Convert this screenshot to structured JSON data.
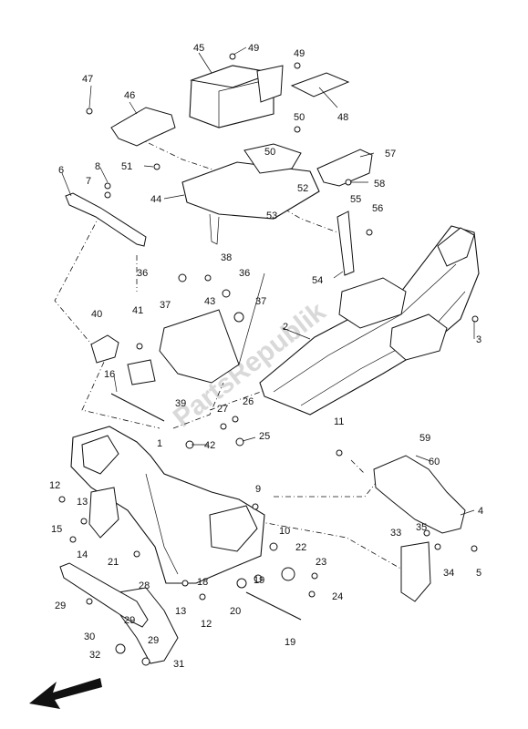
{
  "watermark": "PartsRepublik",
  "callouts": [
    {
      "id": "c45",
      "text": "45"
    },
    {
      "id": "c49a",
      "text": "49"
    },
    {
      "id": "c49b",
      "text": "49"
    },
    {
      "id": "c47",
      "text": "47"
    },
    {
      "id": "c46",
      "text": "46"
    },
    {
      "id": "c48",
      "text": "48"
    },
    {
      "id": "c50a",
      "text": "50"
    },
    {
      "id": "c50b",
      "text": "50"
    },
    {
      "id": "c57",
      "text": "57"
    },
    {
      "id": "c6",
      "text": "6"
    },
    {
      "id": "c8",
      "text": "8"
    },
    {
      "id": "c7",
      "text": "7"
    },
    {
      "id": "c51",
      "text": "51"
    },
    {
      "id": "c58",
      "text": "58"
    },
    {
      "id": "c52",
      "text": "52"
    },
    {
      "id": "c44",
      "text": "44"
    },
    {
      "id": "c55",
      "text": "55"
    },
    {
      "id": "c53",
      "text": "53"
    },
    {
      "id": "c56",
      "text": "56"
    },
    {
      "id": "c38",
      "text": "38"
    },
    {
      "id": "c36a",
      "text": "36"
    },
    {
      "id": "c36b",
      "text": "36"
    },
    {
      "id": "c54",
      "text": "54"
    },
    {
      "id": "c37a",
      "text": "37"
    },
    {
      "id": "c43",
      "text": "43"
    },
    {
      "id": "c37b",
      "text": "37"
    },
    {
      "id": "c40",
      "text": "40"
    },
    {
      "id": "c41",
      "text": "41"
    },
    {
      "id": "c2",
      "text": "2"
    },
    {
      "id": "c3",
      "text": "3"
    },
    {
      "id": "c16",
      "text": "16"
    },
    {
      "id": "c39",
      "text": "39"
    },
    {
      "id": "c27",
      "text": "27"
    },
    {
      "id": "c26",
      "text": "26"
    },
    {
      "id": "c42",
      "text": "42"
    },
    {
      "id": "c25",
      "text": "25"
    },
    {
      "id": "c11",
      "text": "11"
    },
    {
      "id": "c59",
      "text": "59"
    },
    {
      "id": "c1",
      "text": "1"
    },
    {
      "id": "c60",
      "text": "60"
    },
    {
      "id": "c12a",
      "text": "12"
    },
    {
      "id": "c9",
      "text": "9"
    },
    {
      "id": "c13a",
      "text": "13"
    },
    {
      "id": "c4",
      "text": "4"
    },
    {
      "id": "c15",
      "text": "15"
    },
    {
      "id": "c10",
      "text": "10"
    },
    {
      "id": "c33",
      "text": "33"
    },
    {
      "id": "c35",
      "text": "35"
    },
    {
      "id": "c14",
      "text": "14"
    },
    {
      "id": "c21",
      "text": "21"
    },
    {
      "id": "c22",
      "text": "22"
    },
    {
      "id": "c23",
      "text": "23"
    },
    {
      "id": "c34",
      "text": "34"
    },
    {
      "id": "c5",
      "text": "5"
    },
    {
      "id": "c28",
      "text": "28"
    },
    {
      "id": "c18",
      "text": "18"
    },
    {
      "id": "c19a",
      "text": "19"
    },
    {
      "id": "c24",
      "text": "24"
    },
    {
      "id": "c29a",
      "text": "29"
    },
    {
      "id": "c13b",
      "text": "13"
    },
    {
      "id": "c20",
      "text": "20"
    },
    {
      "id": "c29b",
      "text": "29"
    },
    {
      "id": "c12b",
      "text": "12"
    },
    {
      "id": "c30",
      "text": "30"
    },
    {
      "id": "c29c",
      "text": "29"
    },
    {
      "id": "c19b",
      "text": "19"
    },
    {
      "id": "c32",
      "text": "32"
    },
    {
      "id": "c31",
      "text": "31"
    }
  ],
  "colors": {
    "line": "#111111",
    "background": "#ffffff",
    "watermark": "#d9d9d9"
  },
  "icons": {
    "direction": "front-direction-arrow-icon"
  }
}
